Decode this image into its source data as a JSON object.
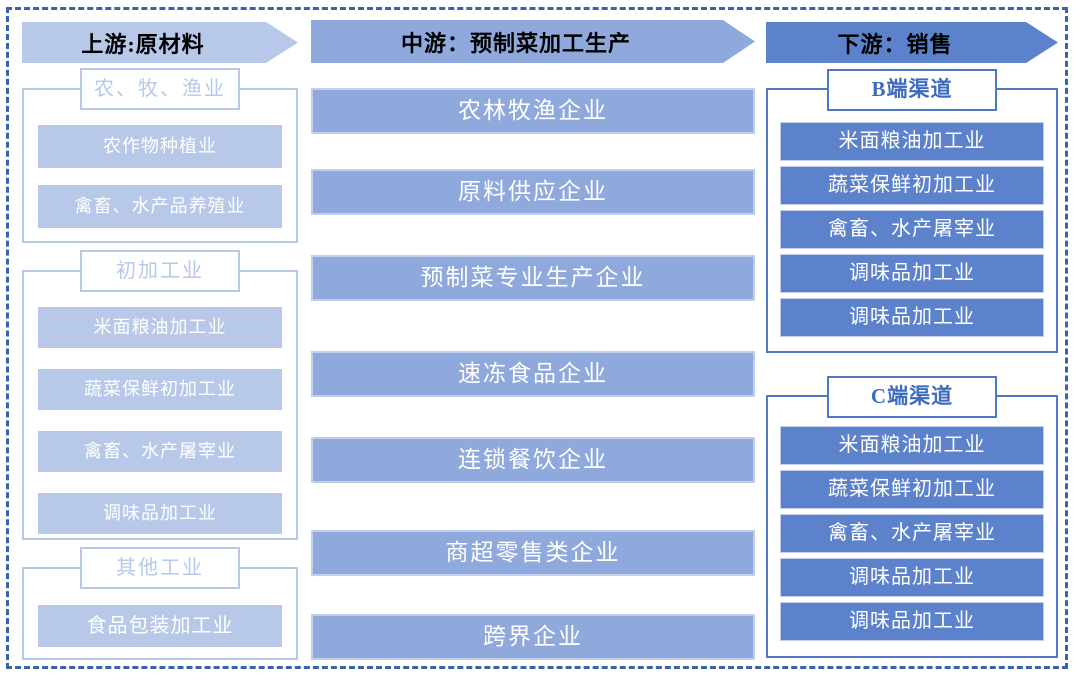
{
  "palette": {
    "frame_border": "#3a63ae",
    "light_blue": "#b7c8e8",
    "medium_blue": "#8fa9dc",
    "dark_blue": "#5b82cb",
    "mid_box_border": "#c2cfec",
    "group_border_dark": "#4e79c5",
    "title_text_dark": "#3d6bbf",
    "header_text": "#000000"
  },
  "columns": {
    "upstream": {
      "header": "上游:原材料",
      "groups": [
        {
          "title": "农、牧、渔业",
          "items": [
            "农作物种植业",
            "禽畜、水产品养殖业"
          ]
        },
        {
          "title": "初加工业",
          "items": [
            "米面粮油加工业",
            "蔬菜保鲜初加工业",
            "禽畜、水产屠宰业",
            "调味品加工业"
          ]
        },
        {
          "title": "其他工业",
          "items": [
            "食品包装加工业"
          ]
        }
      ]
    },
    "midstream": {
      "header": "中游：预制菜加工生产",
      "boxes": [
        "农林牧渔企业",
        "原料供应企业",
        "预制菜专业生产企业",
        "速冻食品企业",
        "连锁餐饮企业",
        "商超零售类企业",
        "跨界企业"
      ]
    },
    "downstream": {
      "header": "下游：销售",
      "groups": [
        {
          "title": "B端渠道",
          "items": [
            "米面粮油加工业",
            "蔬菜保鲜初加工业",
            "禽畜、水产屠宰业",
            "调味品加工业",
            "调味品加工业"
          ]
        },
        {
          "title": "C端渠道",
          "items": [
            "米面粮油加工业",
            "蔬菜保鲜初加工业",
            "禽畜、水产屠宰业",
            "调味品加工业",
            "调味品加工业"
          ]
        }
      ]
    }
  }
}
